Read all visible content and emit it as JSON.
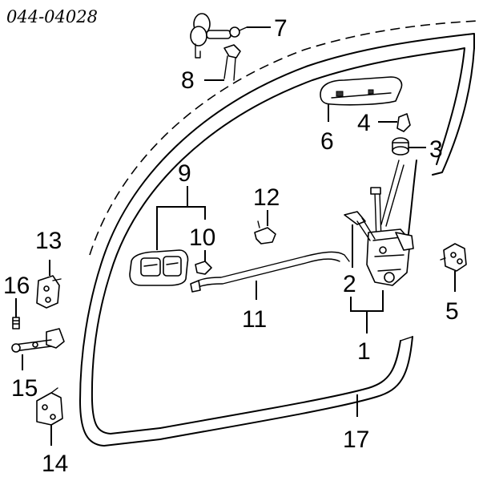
{
  "diagram": {
    "part_code": "044-04028",
    "callouts": {
      "c1": "1",
      "c2": "2",
      "c3": "3",
      "c4": "4",
      "c5": "5",
      "c6": "6",
      "c7": "7",
      "c8": "8",
      "c9": "9",
      "c10": "10",
      "c11": "11",
      "c12": "12",
      "c13": "13",
      "c14": "14",
      "c15": "15",
      "c16": "16",
      "c17": "17"
    }
  }
}
